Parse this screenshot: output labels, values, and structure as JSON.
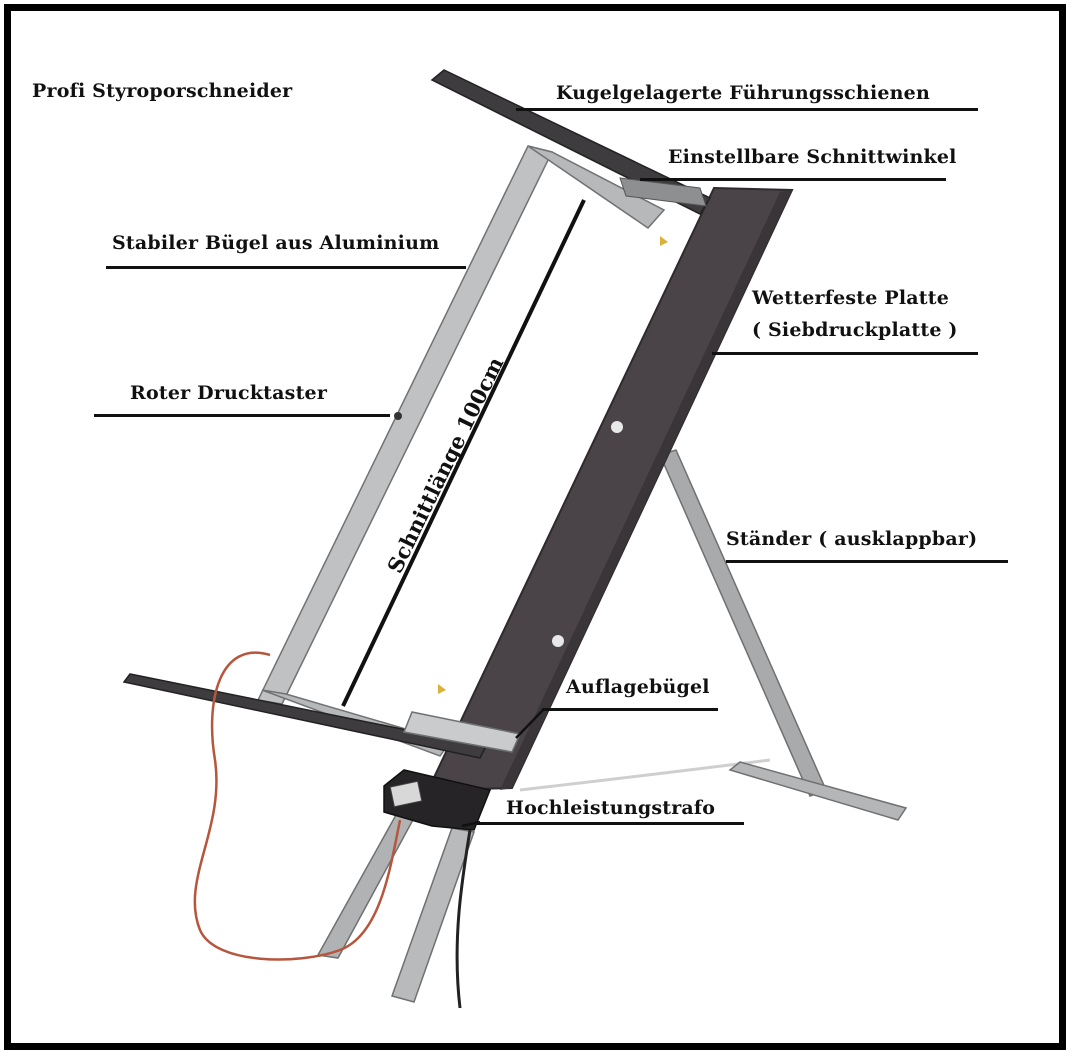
{
  "title": "Profi Styroporschneider",
  "labels": {
    "guide_rails": "Kugelgelagerte Führungsschienen",
    "cut_angle": "Einstellbare Schnittwinkel",
    "aluminium_bow": "Stabiler Bügel aus Aluminium",
    "weatherproof_plate": "Wetterfeste Platte",
    "plate_type": "( Siebdruckplatte )",
    "red_button": "Roter Drucktaster",
    "stand": "Ständer ( ausklappbar)",
    "support_bow": "Auflagebügel",
    "transformer": "Hochleistungstrafo",
    "cut_length": "Schnittlänge 100cm"
  },
  "colors": {
    "plate": "#4a4448",
    "aluminium": "#b9bbbd",
    "cable": "#b5563d",
    "frame": "#000000"
  }
}
